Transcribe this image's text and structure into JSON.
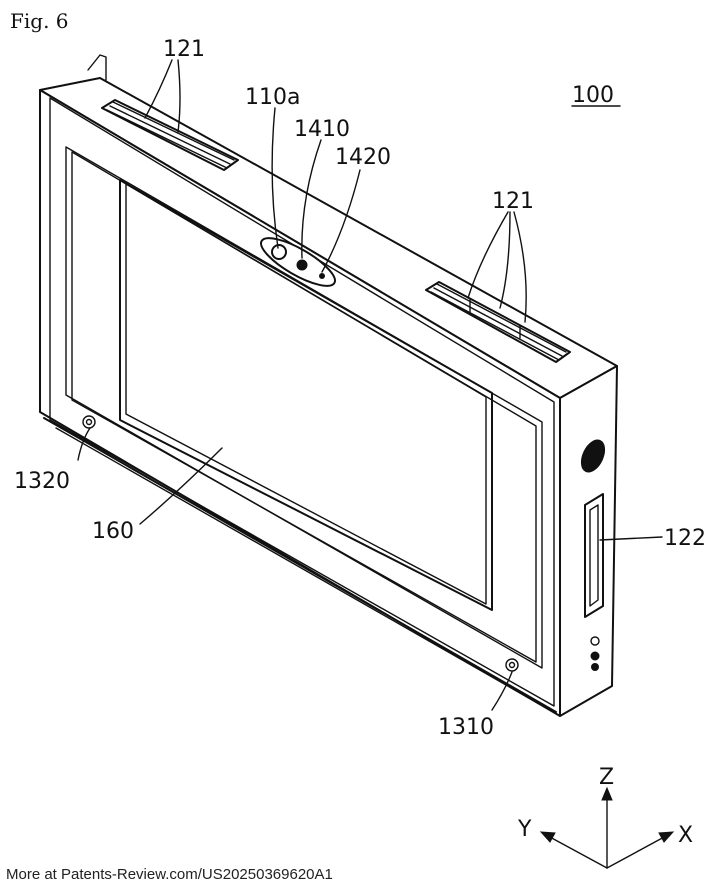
{
  "figure_label": "Fig. 6",
  "reference_numerals": {
    "device": "100",
    "vents_left": "121",
    "vents_right": "121",
    "camera_hole": "110a",
    "sensor_a": "1410",
    "sensor_b": "1420",
    "screw_left": "1320",
    "screw_right": "1310",
    "display": "160",
    "side_port": "122"
  },
  "axes": {
    "z": "Z",
    "y": "Y",
    "x": "X"
  },
  "footer": "More at Patents-Review.com/US20250369620A1"
}
